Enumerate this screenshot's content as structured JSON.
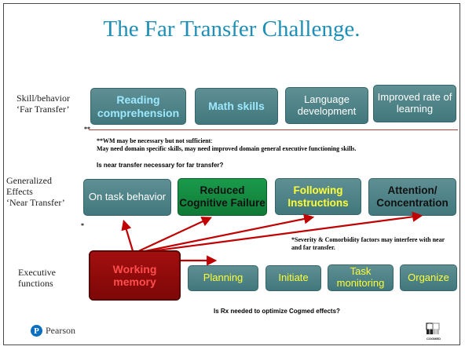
{
  "slide": {
    "title": "The Far Transfer Challenge.",
    "rows": {
      "skill_behavior": [
        "Skill/behavior",
        "‘Far Transfer’"
      ],
      "generalized_effects": [
        "Generalized",
        "Effects",
        "‘Near Transfer’"
      ],
      "executive_functions": [
        "Executive",
        "functions"
      ]
    },
    "far_transfer_boxes": [
      {
        "label": "Reading comprehension",
        "style": "cyan"
      },
      {
        "label": "Math skills",
        "style": "cyan"
      },
      {
        "label": "Language development",
        "style": "white"
      },
      {
        "label": "Improved rate of learning",
        "style": "white"
      }
    ],
    "near_transfer_boxes": [
      {
        "label": "On task behavior",
        "style": "white"
      },
      {
        "label": "Reduced Cognitive Failure",
        "style": "dark-green"
      },
      {
        "label": "Following Instructions",
        "style": "bold-yellow"
      },
      {
        "label": "Attention/ Concentration",
        "style": "bold-black"
      }
    ],
    "executive_boxes": [
      {
        "label": "Working memory",
        "style": "wm"
      },
      {
        "label": "Planning",
        "style": "yellow"
      },
      {
        "label": "Initiate",
        "style": "yellow"
      },
      {
        "label": "Task monitoring",
        "style": "yellow"
      },
      {
        "label": "Organize",
        "style": "yellow"
      }
    ],
    "notes": {
      "double_star": "**",
      "wm_note_bold": "**WM may be necessary but not sufficient",
      "wm_note_rest": ":",
      "wm_note_line2": "May need domain specific skills, may need improved domain general executive functioning skills.",
      "near_question": "Is near transfer necessary for far transfer?",
      "single_star": "*",
      "severity_note": "*Severity & Comorbidity factors may interfere with near and far transfer.",
      "rx_question": "Is Rx needed to optimize Cogmed effects?"
    },
    "logos": {
      "pearson_initial": "P",
      "pearson_name": "Pearson",
      "cogmed_name": "COGMED"
    },
    "colors": {
      "title": "#1f8fb7",
      "box_teal": "#4f8589",
      "working_memory_red": "#8f0b0b",
      "arrow_red": "#c00000"
    }
  }
}
